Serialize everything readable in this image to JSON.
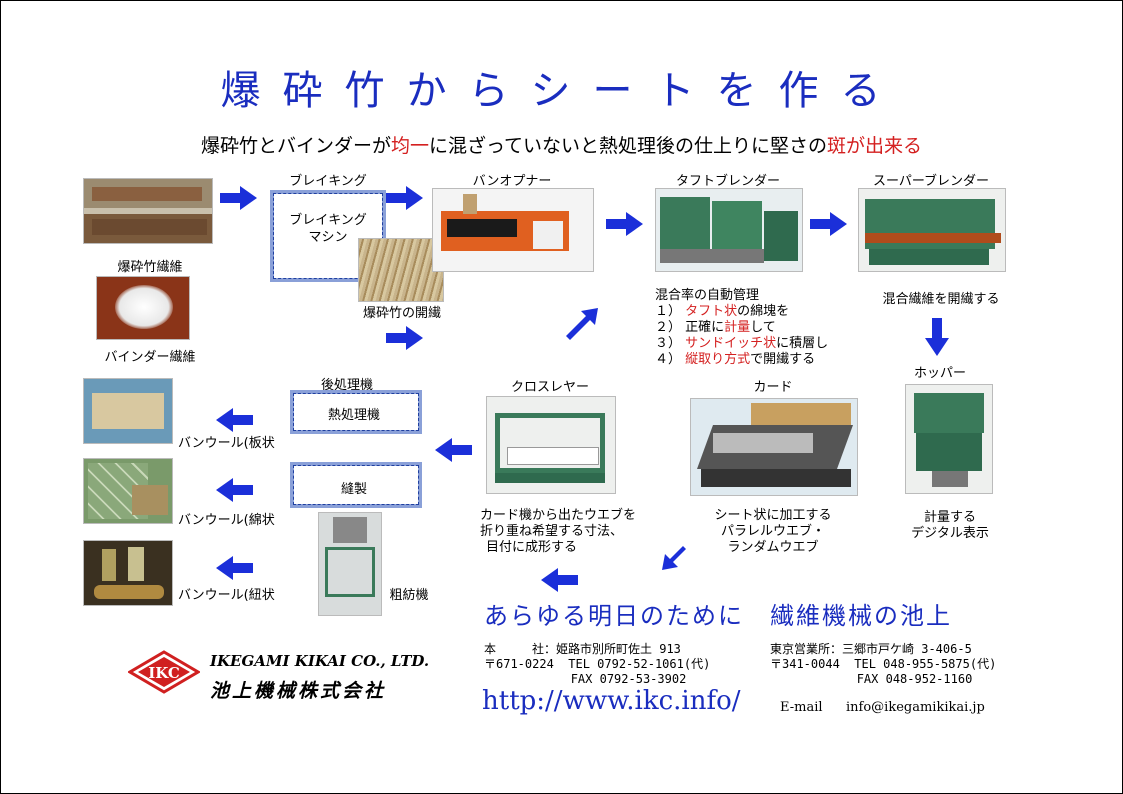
{
  "title": "爆砕竹からシートを作る",
  "subtitle": {
    "pre": "爆砕竹とバインダーが",
    "red1": "均一",
    "mid": "に混ざっていないと熱処理後の仕上りに堅さの",
    "red2": "斑が出来る"
  },
  "steps": {
    "bamboo_fiber": "爆砕竹繊維",
    "binder_fiber": "バインダー繊維",
    "breaking": "ブレイキング",
    "breaking_machine": "ブレイキング\nマシン",
    "bamboo_opening": "爆砕竹の開繊",
    "bale_opener": "バンオプナー",
    "tuft_blender": "タフトブレンダー",
    "super_blender": "スーパーブレンダー",
    "super_blender_note": "混合繊維を開繊する",
    "hopper": "ホッパー",
    "hopper_note1": "計量する",
    "hopper_note2": "デジタル表示",
    "card": "カード",
    "card_note1": "シート状に加工する",
    "card_note2": "パラレルウエブ・",
    "card_note3": "ランダムウエブ",
    "crosslapper": "クロスレヤー",
    "crosslapper_note1": "カード機から出たウエブを",
    "crosslapper_note2": "折り重ね希望する寸法、",
    "crosslapper_note3": "目付に成形する",
    "post_process": "後処理機",
    "heat_treatment": "熱処理機",
    "sewing": "縫製",
    "roving": "粗紡機",
    "product_board": "バンウール(板状",
    "product_cotton": "バンウール(綿状",
    "product_string": "バンウール(紐状"
  },
  "mixing": {
    "heading": "混合率の自動管理",
    "l1_num": "１）",
    "l1_red": "タフト状",
    "l1_rest": "の綿塊を",
    "l2_num": "２）",
    "l2_pre": "正確に",
    "l2_red": "計量",
    "l2_rest": "して",
    "l3_num": "３）",
    "l3_red": "サンドイッチ状",
    "l3_rest": "に積層し",
    "l4_num": "４）",
    "l4_red": "縦取り方式",
    "l4_rest": "で開繊する"
  },
  "slogan": "あらゆる明日のために　繊維機械の池上",
  "company": {
    "logo_text": "IKC",
    "name_en": "IKEGAMI KIKAI CO., LTD.",
    "name_jp": "池上機械株式会社"
  },
  "address": {
    "head_office": "本　　　社：姫路市別所町佐土 913\n〒671-0224  TEL 0792-52-1061(代)\n            FAX 0792-53-3902",
    "tokyo_office": "東京営業所：三郷市戸ケ崎 3-406-5\n〒341-0044  TEL 048-955-5875(代)\n            FAX 048-952-1160"
  },
  "url": "http://www.ikc.info/",
  "email_label": "E-mail",
  "email": "info@ikegamikikai.jp",
  "colors": {
    "title_blue": "#1a2dbf",
    "accent_red": "#d42020",
    "arrow_blue": "#1b2fd9",
    "machine_green": "#3a7a5a",
    "machine_orange": "#e06020"
  }
}
